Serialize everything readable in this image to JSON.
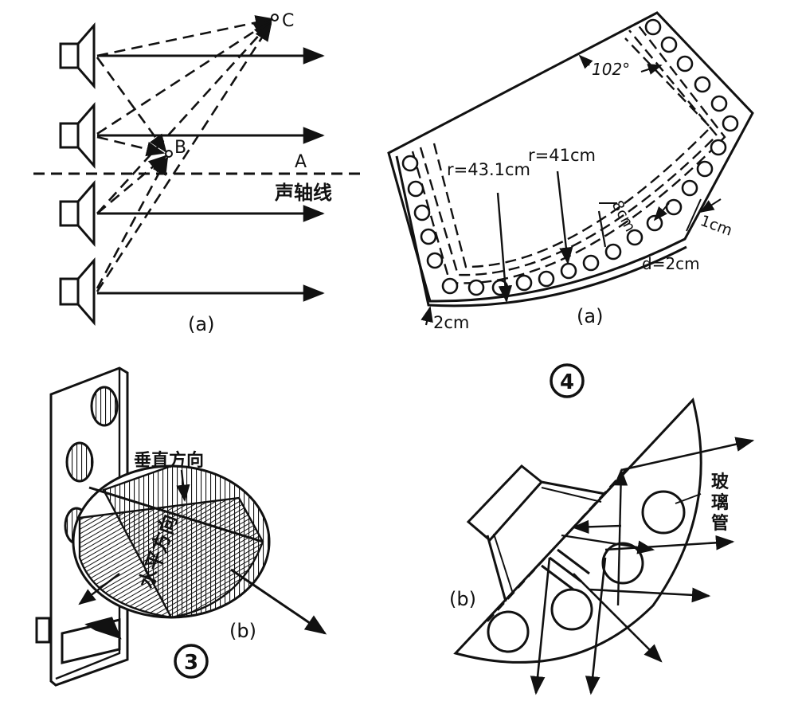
{
  "panel_a_left": {
    "point_c": "C",
    "point_b": "B",
    "point_a": "A",
    "axis_label": "声轴线",
    "caption": "(a)"
  },
  "panel_a_right": {
    "angle": "102°",
    "outer_radius": "r=43.1cm",
    "inner_radius": "r=41cm",
    "depth": "8cm",
    "spacing": "1cm",
    "diameter": "d=2cm",
    "edge": "2cm",
    "caption": "(a)"
  },
  "panel_3": {
    "vertical_label": "垂直方向",
    "horizontal_label": "水平方向",
    "caption": "(b)",
    "figure_number": "3"
  },
  "panel_4": {
    "figure_number": "4",
    "tube_label_chars": [
      "玻",
      "璃",
      "管"
    ],
    "caption": "(b)"
  }
}
